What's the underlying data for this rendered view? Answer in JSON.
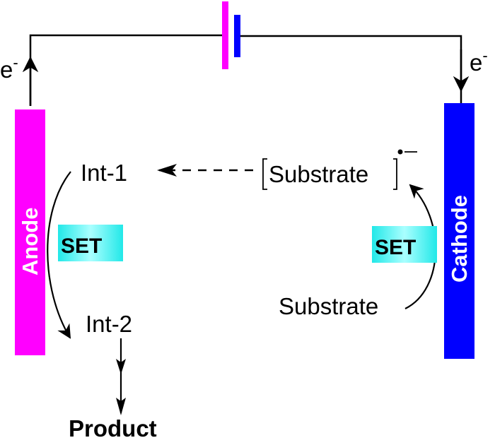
{
  "colors": {
    "anode": "#ff00ff",
    "cathode": "#0000ff",
    "set_highlight": "#33eeee",
    "line": "#000000"
  },
  "circuit": {
    "electron_left": "e",
    "electron_left_sup": "-",
    "electron_right": "e",
    "electron_right_sup": "-",
    "battery": "battery"
  },
  "electrodes": {
    "anode_label": "Anode",
    "cathode_label": "Cathode"
  },
  "species": {
    "int1": "Int-1",
    "int2": "Int-2",
    "product": "Product",
    "substrate_radical": "Substrate",
    "substrate_radical_charge": "•−",
    "substrate": "Substrate"
  },
  "labels": {
    "set_left": "SET",
    "set_right": "SET"
  }
}
